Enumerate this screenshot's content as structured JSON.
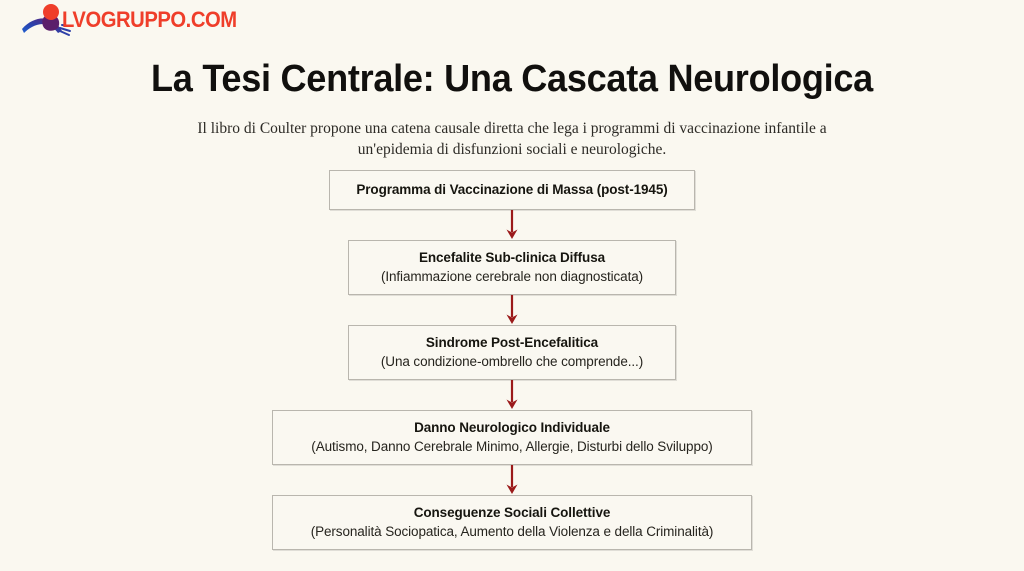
{
  "brand": {
    "name": "LVOGRUPPO.COM",
    "logo_icon": "swimmer-wave-logo",
    "text_color": "#ef3e2a"
  },
  "header": {
    "title": "La Tesi Centrale: Una Cascata Neurologica",
    "subtitle": "Il libro di Coulter propone una catena causale diretta che lega i programmi di vaccinazione infantile a un'epidemia di disfunzioni sociali e neurologiche."
  },
  "diagram": {
    "type": "flowchart",
    "direction": "top-to-bottom",
    "arrow_color": "#9b1a1a",
    "node_border_color": "#b9b6ae",
    "node_fill_color": "#faf8f1",
    "background_color": "#faf8f0",
    "nodes": [
      {
        "title": "Programma di Vaccinazione di Massa (post-1945)",
        "subtitle": "",
        "width": "w-sm"
      },
      {
        "title": "Encefalite Sub-clinica Diffusa",
        "subtitle": "(Infiammazione cerebrale non diagnosticata)",
        "width": "w-md"
      },
      {
        "title": "Sindrome Post-Encefalitica",
        "subtitle": "(Una condizione-ombrello che comprende...)",
        "width": "w-md"
      },
      {
        "title": "Danno Neurologico Individuale",
        "subtitle": "(Autismo, Danno Cerebrale Minimo, Allergie, Disturbi dello Sviluppo)",
        "width": "w-lg"
      },
      {
        "title": "Conseguenze Sociali Collettive",
        "subtitle": "(Personalità Sociopatica, Aumento della Violenza e della Criminalità)",
        "width": "w-lg"
      }
    ]
  }
}
